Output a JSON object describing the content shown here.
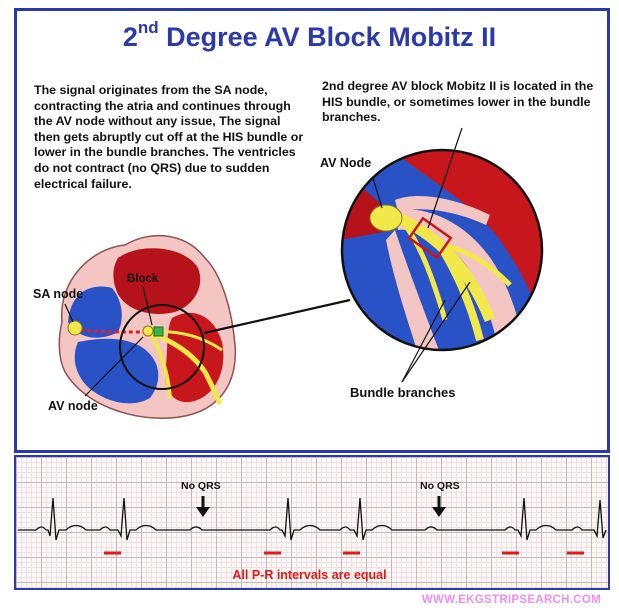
{
  "title": {
    "main": "2",
    "sup": "nd",
    "rest": " Degree AV Block Mobitz II"
  },
  "left_text": "The signal originates from the SA node, contracting the atria and continues through the  AV node without any issue, The signal then gets abruptly cut off at the HIS bundle or lower in the bundle branches. The ventricles do not contract (no QRS) due to sudden electrical failure.",
  "right_text": "2nd degree AV block Mobitz II is located in the HIS bundle, or sometimes lower in the bundle branches.",
  "labels": {
    "av_node_zoom": "AV Node",
    "sa_node": "SA node",
    "block": "Block",
    "av_node": "AV node",
    "bundle_branches": "Bundle branches"
  },
  "strip": {
    "no_qrs_1": "No QRS",
    "no_qrs_2": "No QRS",
    "caption": "All P-R intervals are equal"
  },
  "watermark": "WWW.EKGSTRIPSEARCH.COM",
  "colors": {
    "frame": "#2b3aa8",
    "chamber_red": "#c8161d",
    "chamber_blue": "#2a52c7",
    "conduction_yellow": "#f2e84a",
    "pr_marker": "#e11919",
    "watermark": "#ee8ef0"
  }
}
